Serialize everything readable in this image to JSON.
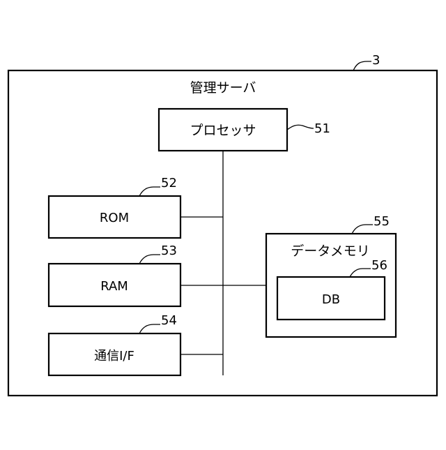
{
  "diagram": {
    "server": {
      "ref": "3",
      "label": "管理サーバ"
    },
    "processor": {
      "ref": "51",
      "label": "プロセッサ"
    },
    "rom": {
      "ref": "52",
      "label": "ROM"
    },
    "ram": {
      "ref": "53",
      "label": "RAM"
    },
    "comm_if": {
      "ref": "54",
      "label": "通信I/F"
    },
    "data_memory": {
      "ref": "55",
      "label": "データメモリ"
    },
    "db": {
      "ref": "56",
      "label": "DB"
    }
  }
}
